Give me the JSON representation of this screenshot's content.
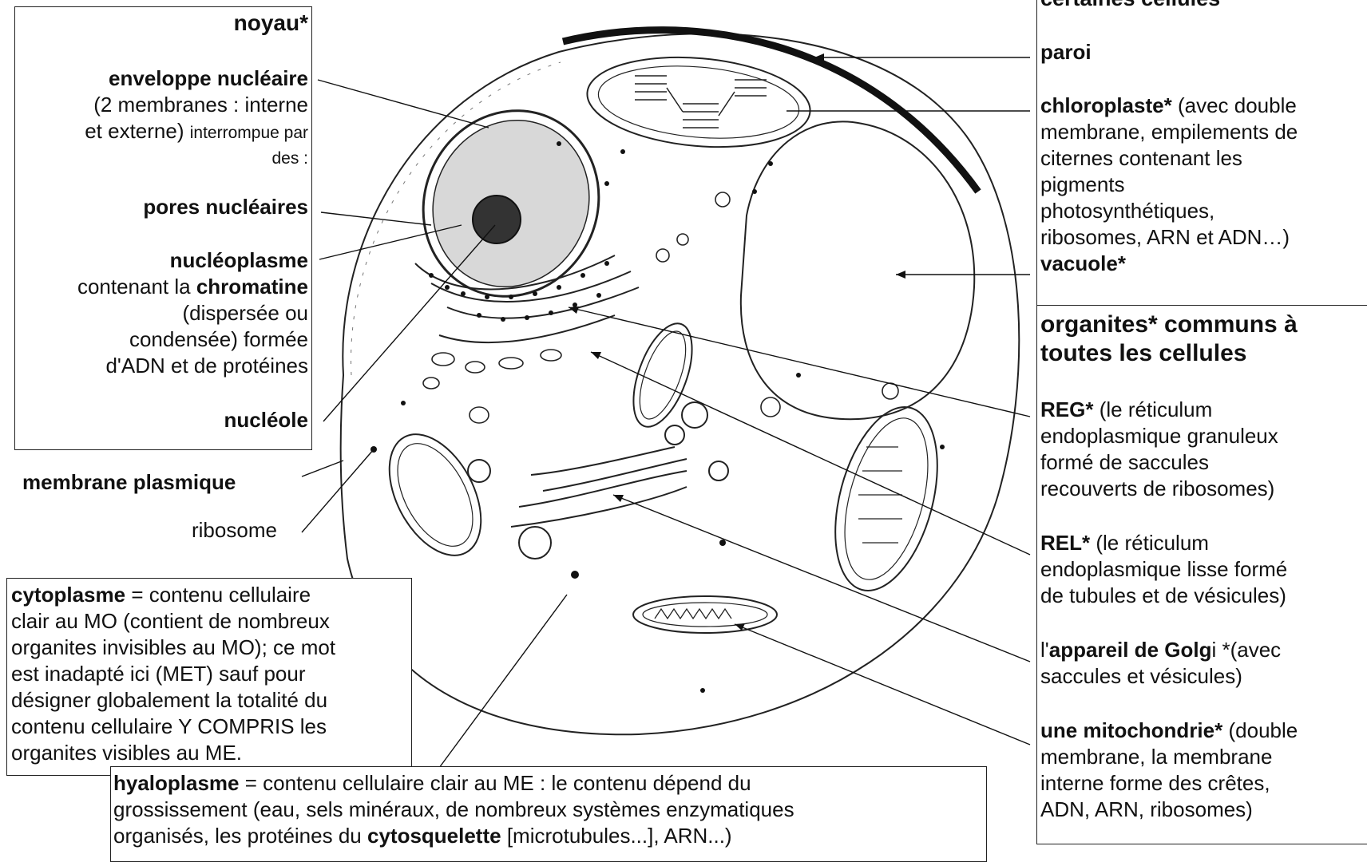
{
  "left": {
    "noyau_title": "noyau*",
    "enveloppe_title": "enveloppe nucléaire",
    "enveloppe_l1": "(2 membranes : interne",
    "enveloppe_l2a": "et externe)",
    "enveloppe_l2b": "interrompue par",
    "enveloppe_l3": "des :",
    "pores": "pores nucléaires",
    "nucleoplasme": "nucléoplasme",
    "nucleo_l1a": "contenant la",
    "nucleo_l1b": "chromatine",
    "nucleo_l2": "(dispersée ou",
    "nucleo_l3": "condensée) formée",
    "nucleo_l4": "d'ADN et de protéines",
    "nucleole": "nucléole",
    "membrane_plasmique": "membrane plasmique",
    "ribosome": "ribosome"
  },
  "cytoplasme": {
    "term": "cytoplasme",
    "l1": "= contenu cellulaire",
    "l2": "clair au MO (contient de nombreux",
    "l3": "organites invisibles au MO); ce mot",
    "l4": "est inadapté ici (MET) sauf pour",
    "l5": "désigner globalement la totalité du",
    "l6": "contenu cellulaire Y COMPRIS les",
    "l7": "organites visibles au ME."
  },
  "hyaloplasme": {
    "term": "hyaloplasme",
    "l1": "= contenu cellulaire clair au ME : le contenu dépend du",
    "l2": "grossissement (eau, sels minéraux, de nombreux systèmes enzymatiques",
    "l3a": "organisés, les protéines du",
    "l3b": "cytosquelette",
    "l3c": "[microtubules...], ARN...)"
  },
  "right_top": {
    "header": "certaines cellules",
    "paroi": "paroi",
    "chloro_term": "chloroplaste*",
    "chloro_l1": "(avec double",
    "chloro_l2": "membrane, empilements de",
    "chloro_l3": "citernes contenant les",
    "chloro_l4": "pigments",
    "chloro_l5": "photosynthétiques,",
    "chloro_l6": "ribosomes, ARN et ADN…)",
    "vacuole": "vacuole*"
  },
  "right_bottom": {
    "header_l1": "organites* communs à",
    "header_l2": "toutes les cellules",
    "reg_term": "REG*",
    "reg_l1": "(le réticulum",
    "reg_l2": "endoplasmique granuleux",
    "reg_l3": "formé de saccules",
    "reg_l4": "recouverts de ribosomes)",
    "rel_term": "REL*",
    "rel_l1": "(le réticulum",
    "rel_l2": "endoplasmique lisse formé",
    "rel_l3": "de tubules et de vésicules)",
    "golgi_pre": "l'",
    "golgi_term": "appareil de Golg",
    "golgi_l1": "i *(avec",
    "golgi_l2": "saccules et vésicules)",
    "mito_term": "une mitochondrie*",
    "mito_l1": "(double",
    "mito_l2": "membrane, la membrane",
    "mito_l3": "interne forme des crêtes,",
    "mito_l4": "ADN, ARN, ribosomes)"
  }
}
